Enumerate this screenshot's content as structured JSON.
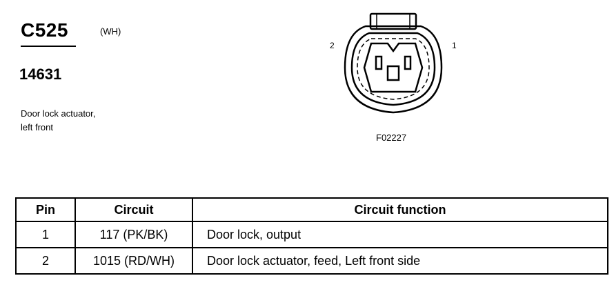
{
  "connector": {
    "id": "C525",
    "color": "(WH)",
    "part_number": "14631",
    "description_line1": "Door lock actuator,",
    "description_line2": "left front"
  },
  "diagram": {
    "pin_label_left": "2",
    "pin_label_right": "1",
    "figure_code": "F02227",
    "line_color": "#000000"
  },
  "table": {
    "headers": {
      "pin": "Pin",
      "circuit": "Circuit",
      "function": "Circuit function"
    },
    "rows": [
      {
        "pin": "1",
        "circuit": "117 (PK/BK)",
        "function": "Door lock, output"
      },
      {
        "pin": "2",
        "circuit": "1015 (RD/WH)",
        "function": "Door lock actuator, feed, Left front side"
      }
    ]
  }
}
